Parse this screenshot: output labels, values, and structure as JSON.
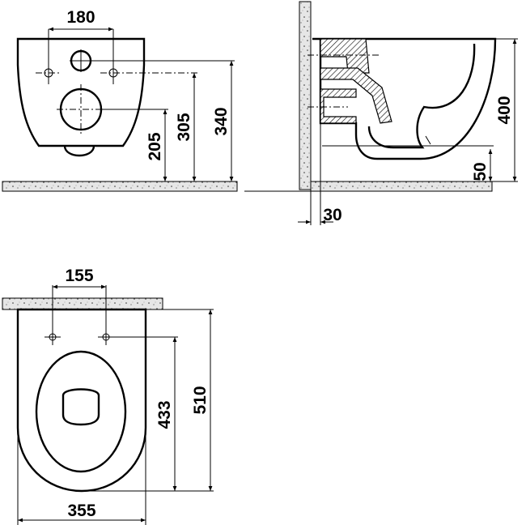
{
  "front_view": {
    "dim_hole_spacing": "180",
    "dim_waste_height": "205",
    "dim_inlet_height": "305",
    "dim_fixing_height": "340"
  },
  "side_view": {
    "dim_height": "400",
    "dim_outlet_height": "50",
    "dim_wall_gap": "30"
  },
  "top_view": {
    "dim_hole_spacing": "155",
    "dim_fixing_depth": "433",
    "dim_depth": "510",
    "dim_width": "355"
  }
}
